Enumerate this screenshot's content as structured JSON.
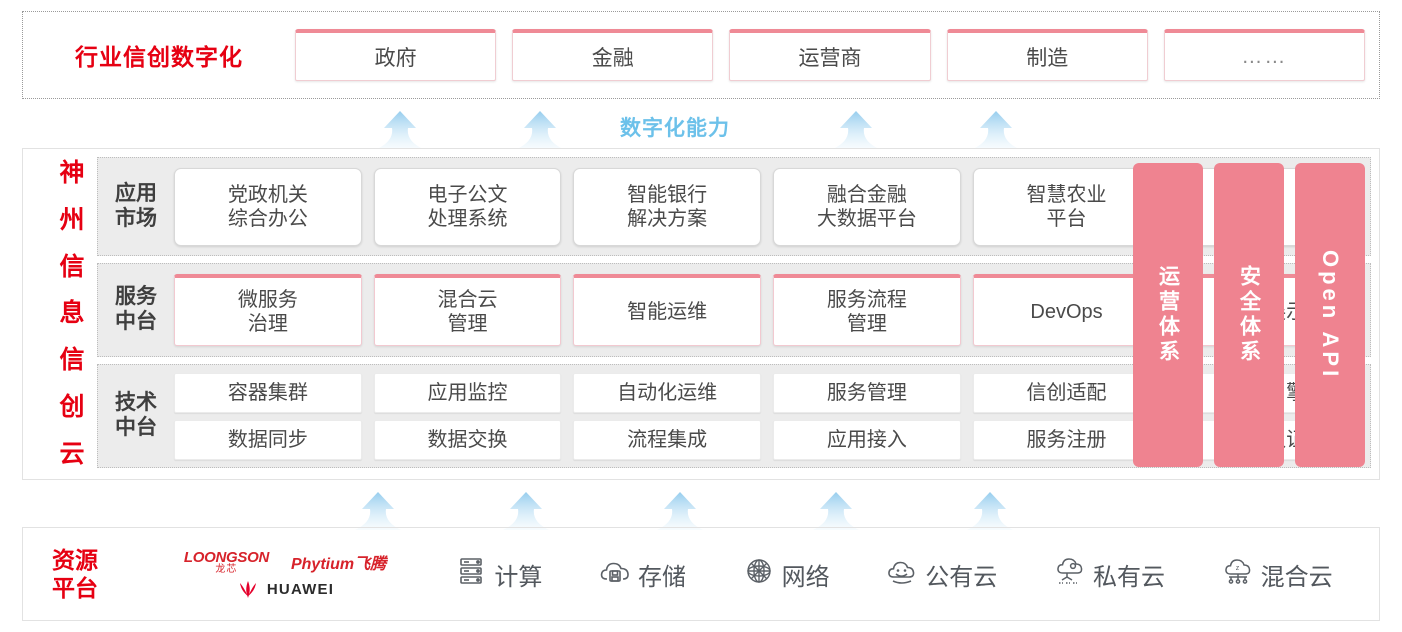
{
  "industry": {
    "title": "行业信创数字化",
    "cards": [
      {
        "label": "政府",
        "name": "industry-card-government"
      },
      {
        "label": "金融",
        "name": "industry-card-finance"
      },
      {
        "label": "运营商",
        "name": "industry-card-carrier"
      },
      {
        "label": "制造",
        "name": "industry-card-manufacturing"
      },
      {
        "label": "……",
        "name": "industry-card-more"
      }
    ]
  },
  "capability": {
    "label": "数字化能力",
    "color": "#6cc1ea",
    "arrow_count_top": 4,
    "arrow_count_bottom": 5
  },
  "cloud": {
    "title": "神州信息信创云",
    "title_chars": [
      "神",
      "州",
      "信",
      "息",
      "信",
      "创",
      "云"
    ],
    "layers": [
      {
        "key": "app-market",
        "label": "应用\n市场",
        "label_line1": "应用",
        "label_line2": "市场",
        "cards": [
          {
            "line1": "党政机关",
            "line2": "综合办公"
          },
          {
            "line1": "电子公文",
            "line2": "处理系统"
          },
          {
            "line1": "智能银行",
            "line2": "解决方案"
          },
          {
            "line1": "融合金融",
            "line2": "大数据平台"
          },
          {
            "line1": "智慧农业",
            "line2": "平台"
          },
          {
            "line1": "……",
            "line2": ""
          }
        ]
      },
      {
        "key": "service-platform",
        "label_line1": "服务",
        "label_line2": "中台",
        "cards": [
          {
            "line1": "微服务",
            "line2": "治理"
          },
          {
            "line1": "混合云",
            "line2": "管理"
          },
          {
            "line1": "智能运维",
            "line2": ""
          },
          {
            "line1": "服务流程",
            "line2": "管理"
          },
          {
            "line1": "DevOps",
            "line2": ""
          },
          {
            "line1": "大屏展示",
            "line2": ""
          }
        ]
      },
      {
        "key": "tech-platform",
        "label_line1": "技术",
        "label_line2": "中台",
        "row1": [
          "容器集群",
          "应用监控",
          "自动化运维",
          "服务管理",
          "信创适配",
          "流程引擎"
        ],
        "row2": [
          "数据同步",
          "数据交换",
          "流程集成",
          "应用接入",
          "服务注册",
          "统一认证"
        ]
      }
    ],
    "pillars": [
      {
        "label": "运营体系",
        "type": "cjk",
        "name": "pillar-operations"
      },
      {
        "label": "安全体系",
        "type": "cjk",
        "name": "pillar-security"
      },
      {
        "label": "Open API",
        "type": "latin",
        "name": "pillar-open-api"
      }
    ],
    "pillar_color": "#ef8390"
  },
  "resource": {
    "title_line1": "资源",
    "title_line2": "平台",
    "vendors": [
      {
        "name": "loongson",
        "line1": "LOONGSON",
        "line2": "龙芯"
      },
      {
        "name": "phytium",
        "text": "Phytium飞腾"
      },
      {
        "name": "huawei",
        "text": "HUAWEI"
      }
    ],
    "items": [
      {
        "label": "计算",
        "icon": "server-icon"
      },
      {
        "label": "存储",
        "icon": "cloud-storage-icon"
      },
      {
        "label": "网络",
        "icon": "network-icon"
      },
      {
        "label": "公有云",
        "icon": "public-cloud-icon"
      },
      {
        "label": "私有云",
        "icon": "private-cloud-icon"
      },
      {
        "label": "混合云",
        "icon": "hybrid-cloud-icon"
      }
    ]
  },
  "colors": {
    "brand_red": "#e60012",
    "pink": "#ef8390",
    "blue": "#6cc1ea",
    "panel_gray": "#ececec"
  }
}
